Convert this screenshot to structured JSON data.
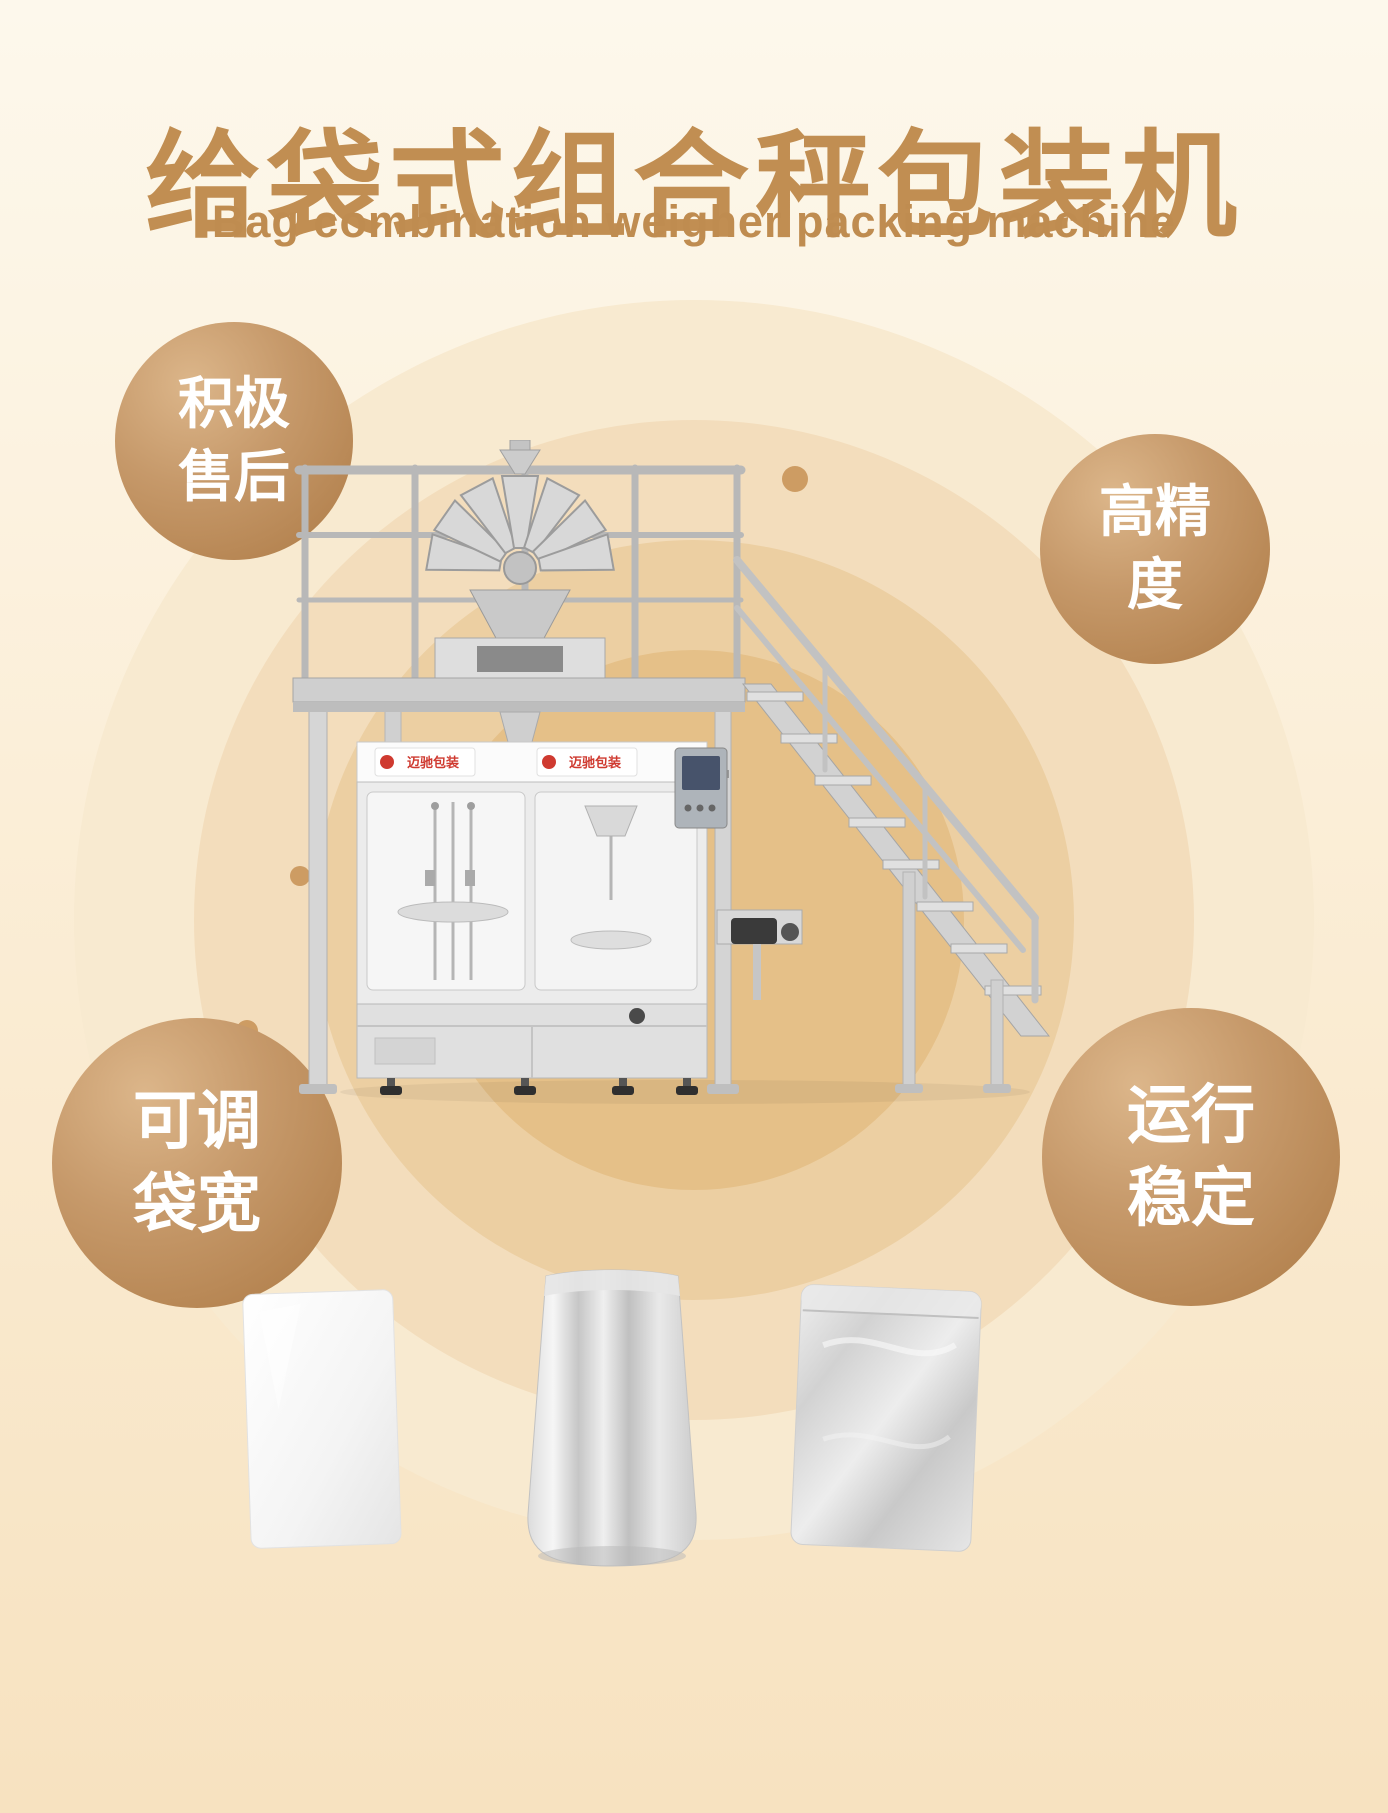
{
  "page": {
    "title": "给袋式组合秤包装机",
    "subtitle": "Bag combination weigher packing machine"
  },
  "badges": [
    {
      "name": "after-sales",
      "lines": [
        "积极",
        "售后"
      ]
    },
    {
      "name": "high-precision",
      "lines": [
        "高精",
        "度"
      ]
    },
    {
      "name": "adjustable-bag-width",
      "lines": [
        "可调",
        "袋宽"
      ]
    },
    {
      "name": "stable-operation",
      "lines": [
        "运行",
        "稳定"
      ]
    }
  ],
  "machine": {
    "brand": "迈驰包装"
  },
  "colors": {
    "title_text": "#c18e52",
    "badge_light": "#dcb68a",
    "badge_dark": "#ad7a45",
    "background_top": "#fdf8ec",
    "background_bottom": "#f7e2c0",
    "decor_dot": "#cd9c63",
    "brand_logo_red": "#cf3a30"
  }
}
